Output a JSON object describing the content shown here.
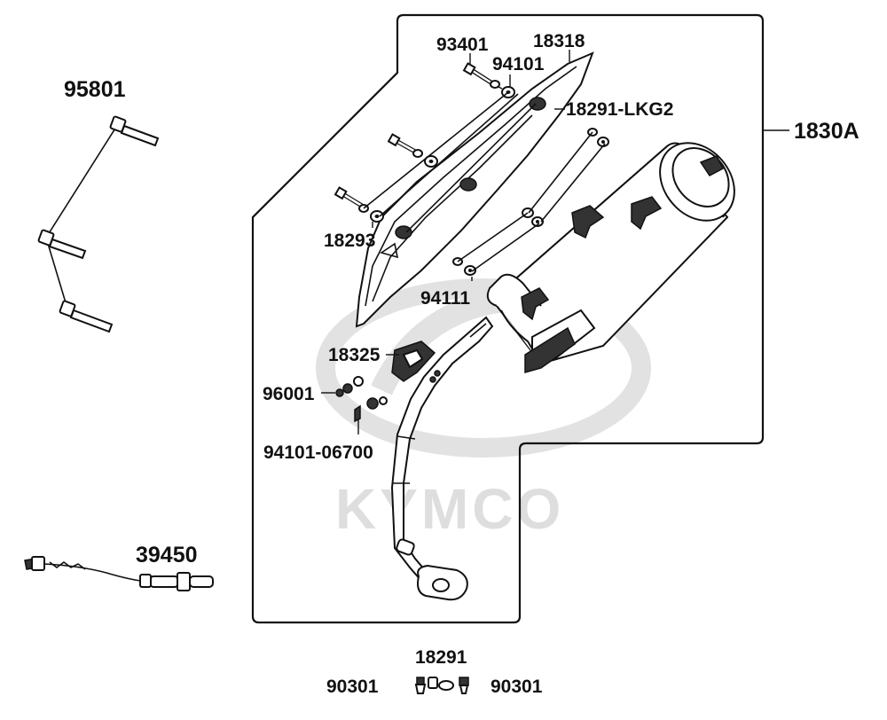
{
  "watermark": {
    "brand": "KYMCO"
  },
  "labels": {
    "p95801": "95801",
    "p93401": "93401",
    "p18318": "18318",
    "p94101": "94101",
    "p18291_lkg2": "18291-LKG2",
    "p1830a": "1830A",
    "p18293": "18293",
    "p94111": "94111",
    "p18325": "18325",
    "p96001": "96001",
    "p94101_06700": "94101-06700",
    "p39450": "39450",
    "p18291": "18291",
    "p90301_left": "90301",
    "p90301_right": "90301"
  }
}
